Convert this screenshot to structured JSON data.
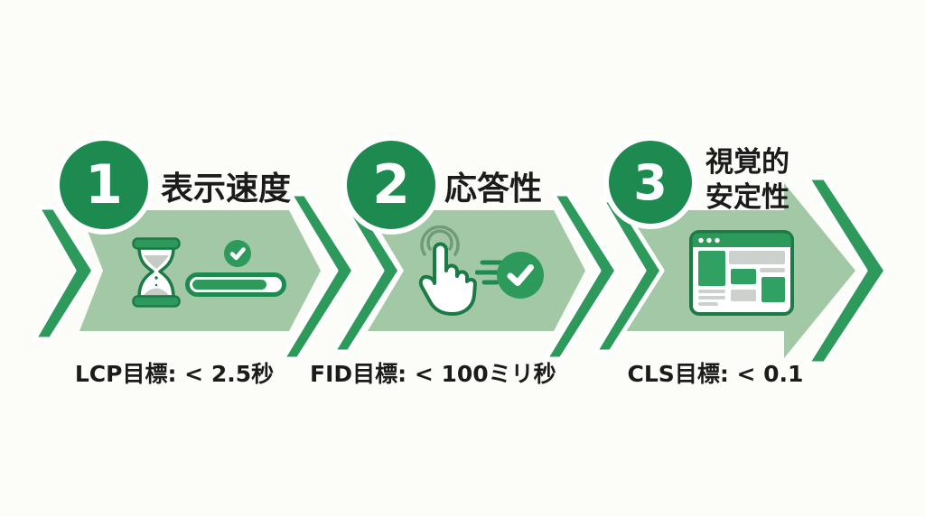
{
  "palette": {
    "bg": "#fcfcf9",
    "dark_green": "#1d8a4f",
    "chevron_green": "#2d9a5c",
    "band_green": "#a2c8a6",
    "outline_green": "#1b7a45",
    "icon_green": "#31a063",
    "gray_block": "#cdd1cd",
    "sand_gray": "#c6cbc6",
    "ripple_green": "#6f9b77",
    "text": "#1b1b1b"
  },
  "steps": [
    {
      "number": "1",
      "title": "表示速度",
      "metric": "LCP目標: < 2.5秒",
      "icons": [
        "hourglass-icon",
        "progress-bar-icon",
        "check-circle-icon"
      ]
    },
    {
      "number": "2",
      "title": "応答性",
      "metric": "FID目標: < 100ミリ秒",
      "icons": [
        "tap-hand-icon",
        "speed-dashes-icon",
        "check-circle-icon"
      ]
    },
    {
      "number": "3",
      "title": "視覚的安定性",
      "title_lines": [
        "視覚的",
        "安定性"
      ],
      "metric": "CLS目標: < 0.1",
      "icons": [
        "browser-layout-icon"
      ]
    }
  ]
}
